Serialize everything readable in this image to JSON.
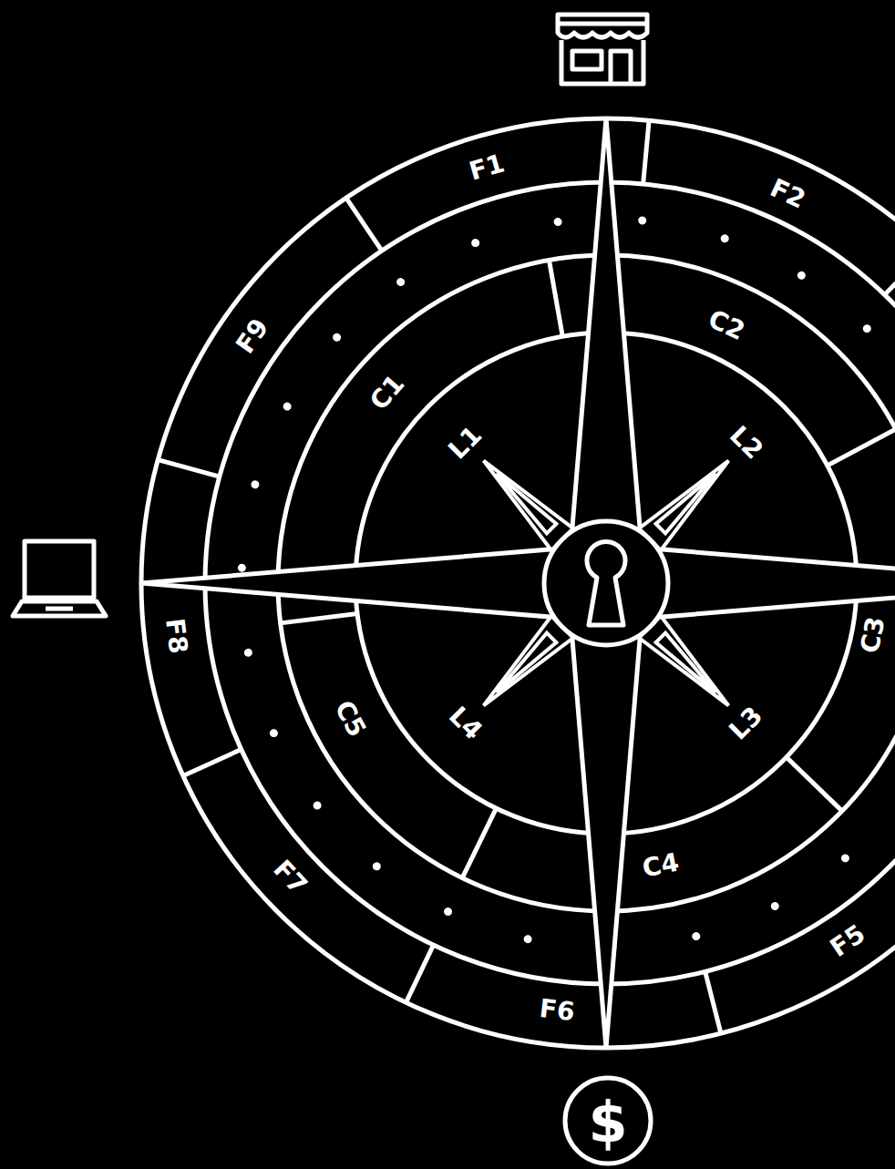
{
  "diagram": {
    "labels": [
      "F1",
      "F2",
      "F9",
      "C2",
      "C1",
      "L1",
      "L2",
      "F8",
      "C3",
      "L4",
      "L3",
      "C5",
      "C4",
      "F7",
      "F5",
      "F6",
      "$"
    ]
  }
}
